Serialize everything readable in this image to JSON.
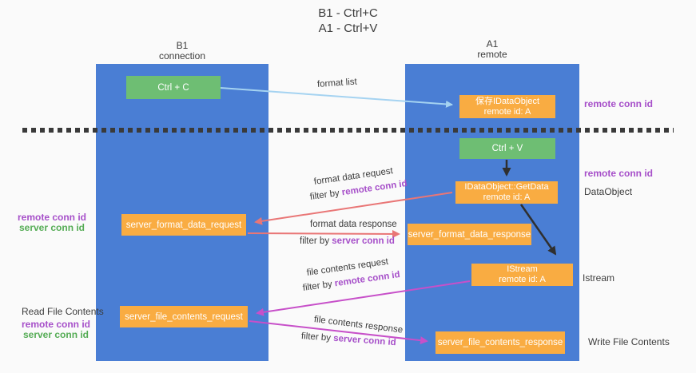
{
  "title": {
    "line1": "B1 - Ctrl+C",
    "line2": "A1 - Ctrl+V"
  },
  "lanes": {
    "left": {
      "name": "B1",
      "role": "connection"
    },
    "right": {
      "name": "A1",
      "role": "remote"
    }
  },
  "nodes": {
    "ctrl_c": {
      "label": "Ctrl + C"
    },
    "save_dataobject": {
      "line1": "保存IDataObject",
      "line2": "remote id: A"
    },
    "ctrl_v": {
      "label": "Ctrl + V"
    },
    "getdata": {
      "line1": "IDataObject::GetData",
      "line2": "remote id: A"
    },
    "server_format_data_request": {
      "label": "server_format_data_request"
    },
    "server_format_data_response": {
      "label": "server_format_data_response"
    },
    "istream": {
      "line1": "IStream",
      "line2": "remote id: A"
    },
    "server_file_contents_request": {
      "label": "server_file_contents_request"
    },
    "server_file_contents_response": {
      "label": "server_file_contents_response"
    }
  },
  "edge_labels": {
    "format_list": "format list",
    "format_data_request": "format data request",
    "format_data_response": "format data response",
    "file_contents_request": "file contents request",
    "file_contents_response": "file contents response",
    "filter_by": "filter by",
    "remote_conn_id": "remote conn id",
    "server_conn_id": "server conn id"
  },
  "annotations": {
    "remote_conn_id": "remote conn id",
    "server_conn_id": "server conn id",
    "dataobject": "DataObject",
    "istream": "Istream",
    "read_file_contents": "Read File Contents",
    "write_file_contents": "Write File Contents"
  },
  "colors": {
    "lane_fill": "#4A7ED4",
    "node_orange": "#F9AC42",
    "node_green": "#6EBE73",
    "arrow_light_blue": "#A5D3F1",
    "arrow_red": "#E97676",
    "arrow_magenta": "#C750C9",
    "arrow_black": "#2F2F2F",
    "text_purple": "#A64FC9",
    "text_green": "#55AC55",
    "text_dark": "#3C3C3C"
  }
}
